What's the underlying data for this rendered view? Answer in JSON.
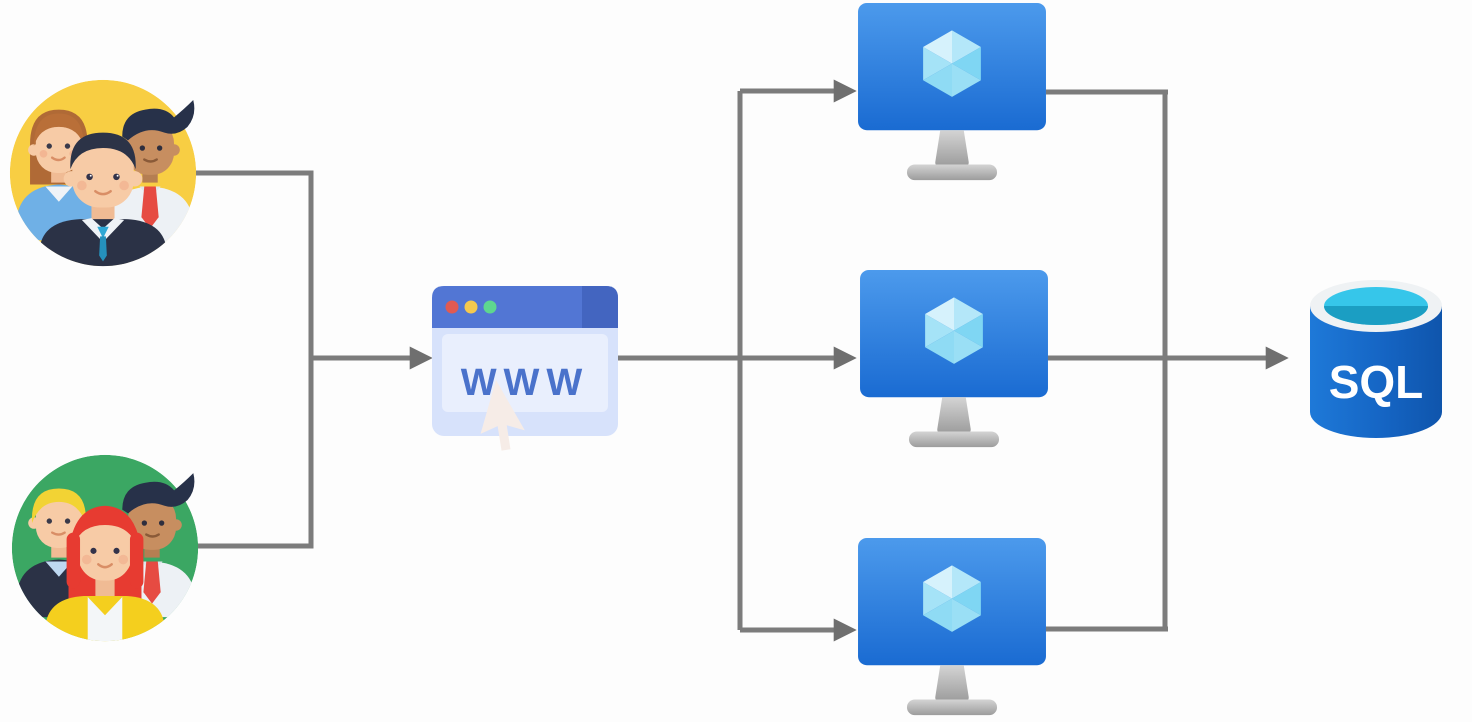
{
  "diagram": {
    "connector_color": "#7C7C7C",
    "arrowhead_color": "#6F6F6F"
  },
  "users_top": {
    "icon": "user-group",
    "bg_color": "#F8CE43"
  },
  "users_bottom": {
    "icon": "user-group",
    "bg_color": "#3BA763"
  },
  "browser": {
    "icon": "web-browser",
    "label": "WWW",
    "header_color": "#5276D4",
    "body_color": "#D7E2FB",
    "label_color": "#4A72CB",
    "dot_colors": [
      "#E15A52",
      "#F5C94F",
      "#5ED78F"
    ]
  },
  "vms": {
    "icon": "virtual-machine-monitor",
    "count": 3,
    "screen_color_top": "#4C9AEC",
    "screen_color_bottom": "#1A6BD2",
    "cube_color": "#9FE2F7"
  },
  "sql": {
    "icon": "sql-database-cylinder",
    "label": "SQL",
    "body_color": "#1565C4",
    "top_color": "#36C6EA"
  }
}
